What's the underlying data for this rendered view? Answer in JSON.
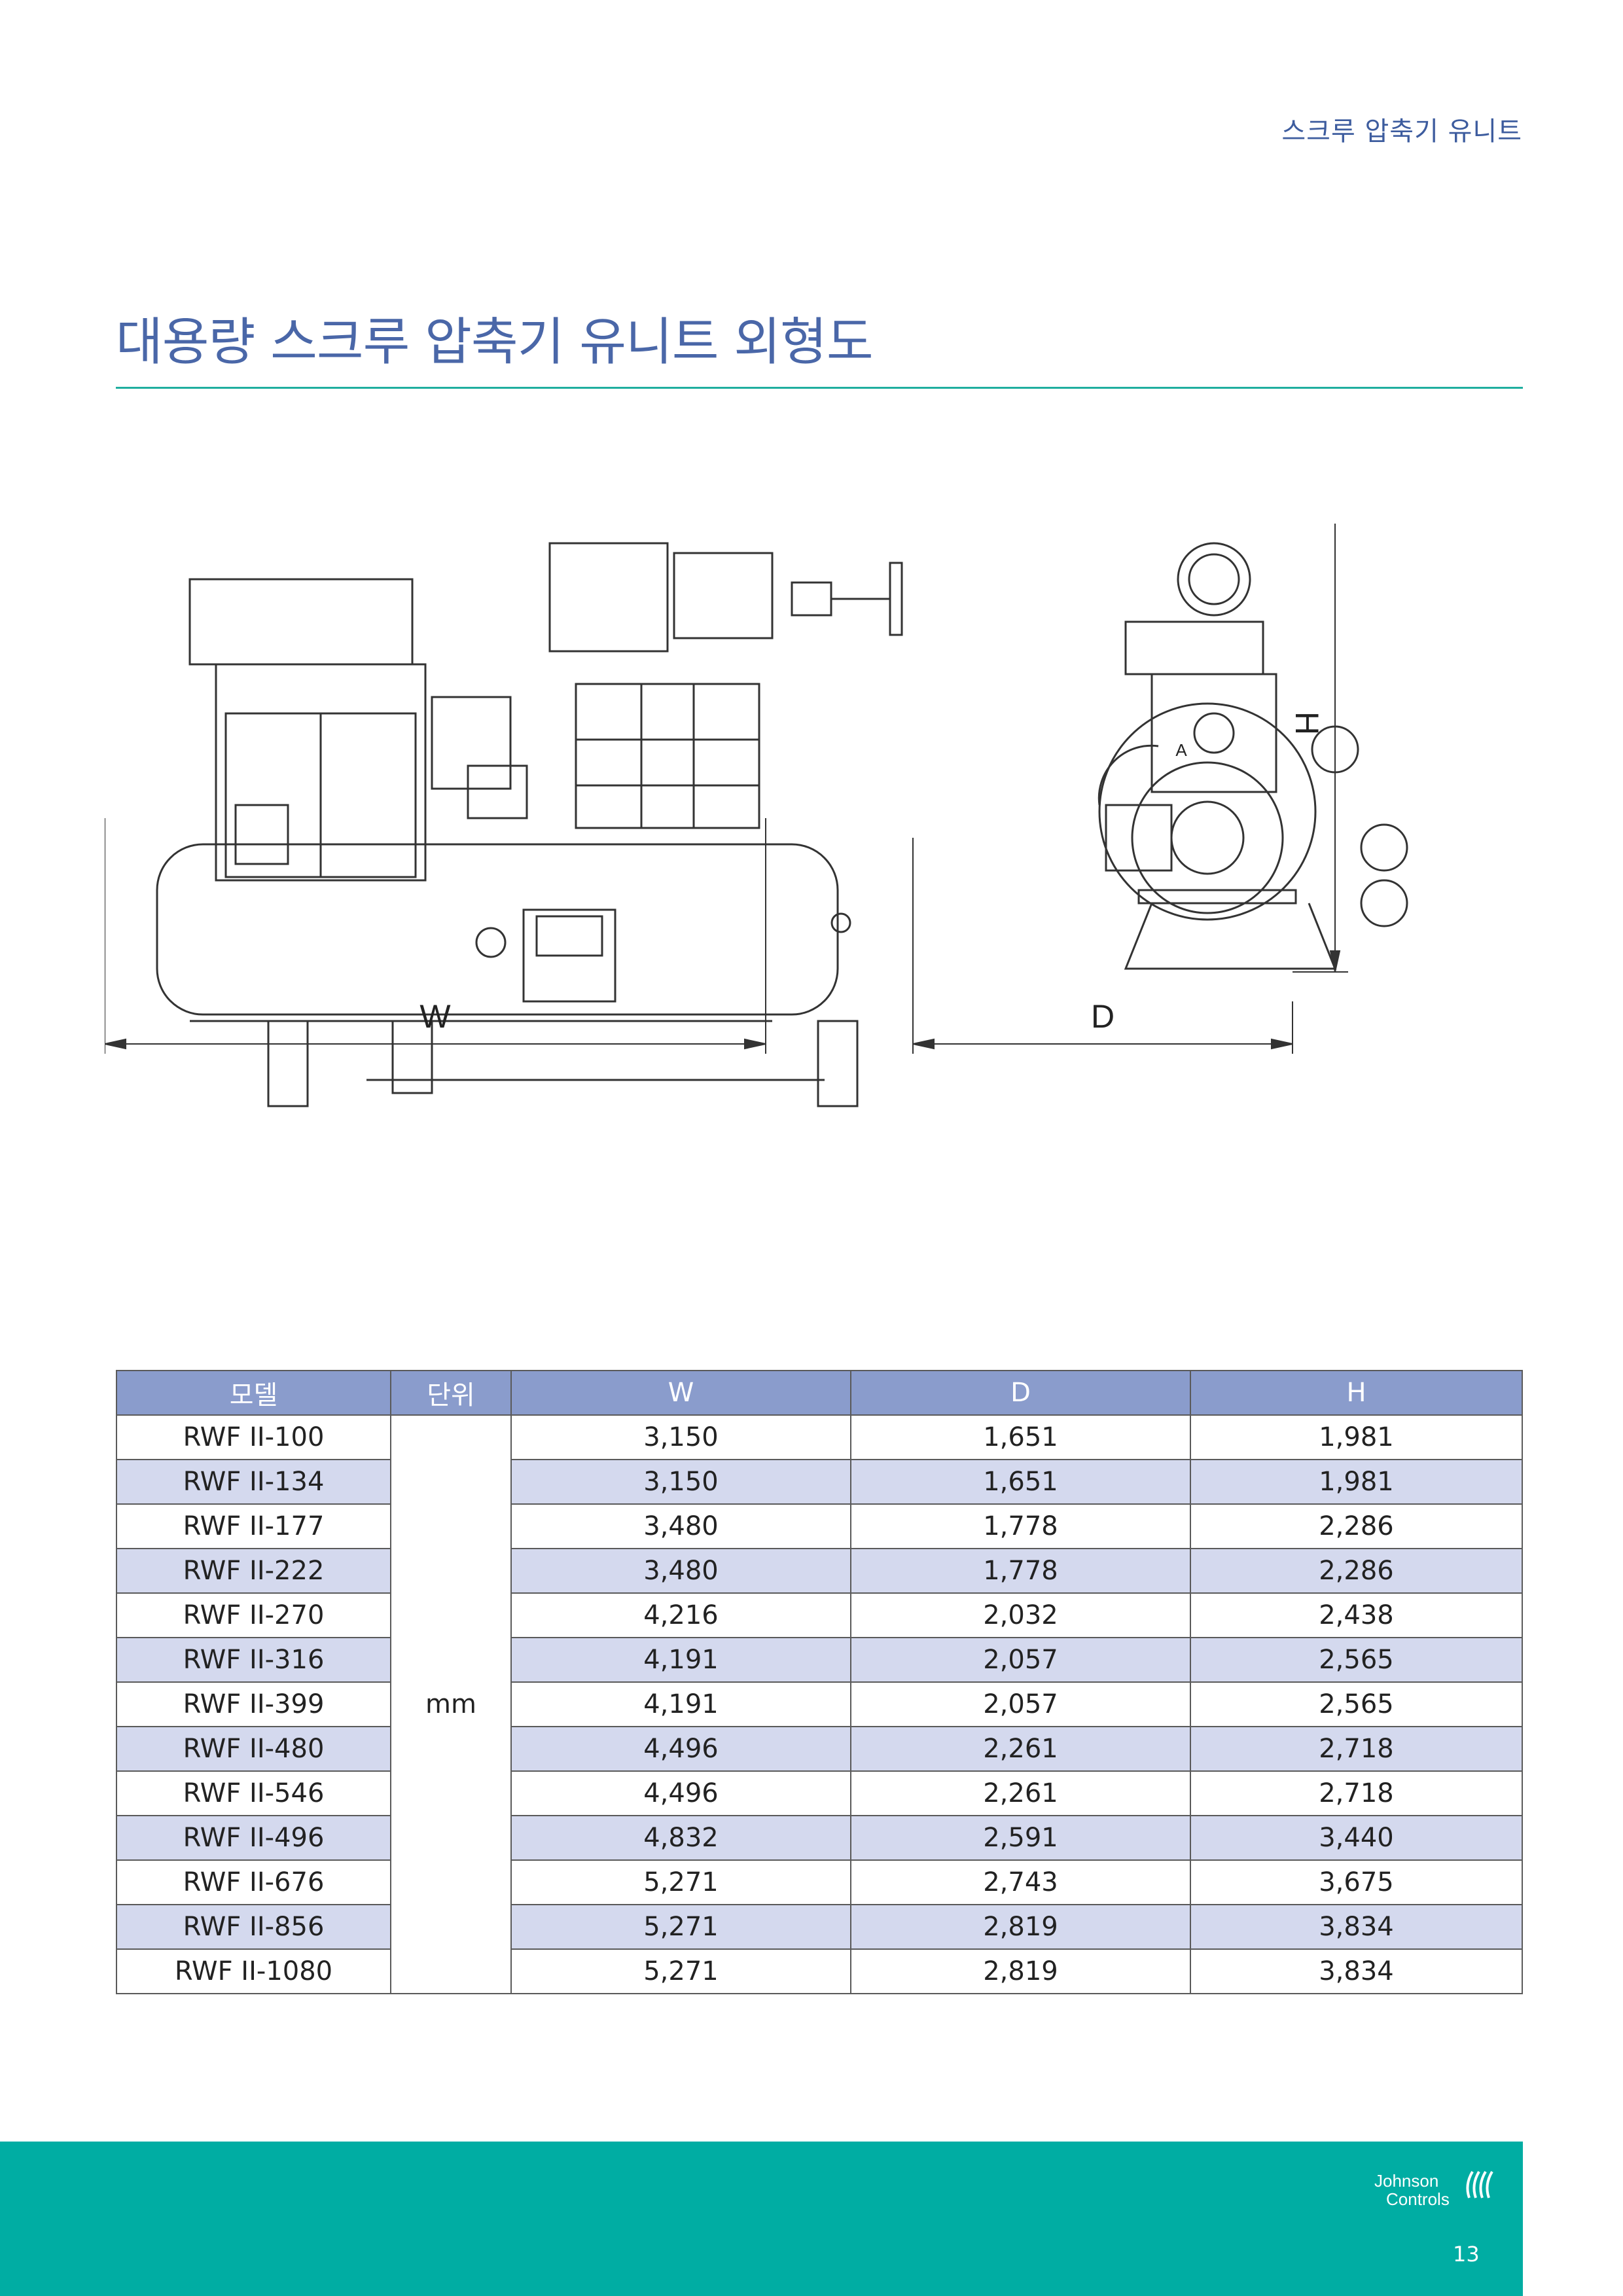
{
  "header": {
    "section_label": "스크루 압축기 유니트"
  },
  "page_title": "대용량 스크루 압축기 유니트 외형도",
  "drawing": {
    "width_label": "W",
    "depth_label": "D",
    "height_label": "H",
    "view_marker": "A"
  },
  "table": {
    "columns": [
      "모델",
      "단위",
      "W",
      "D",
      "H"
    ],
    "unit": "mm",
    "rows": [
      {
        "model": "RWF II-100",
        "w": "3,150",
        "d": "1,651",
        "h": "1,981"
      },
      {
        "model": "RWF II-134",
        "w": "3,150",
        "d": "1,651",
        "h": "1,981"
      },
      {
        "model": "RWF II-177",
        "w": "3,480",
        "d": "1,778",
        "h": "2,286"
      },
      {
        "model": "RWF II-222",
        "w": "3,480",
        "d": "1,778",
        "h": "2,286"
      },
      {
        "model": "RWF II-270",
        "w": "4,216",
        "d": "2,032",
        "h": "2,438"
      },
      {
        "model": "RWF II-316",
        "w": "4,191",
        "d": "2,057",
        "h": "2,565"
      },
      {
        "model": "RWF II-399",
        "w": "4,191",
        "d": "2,057",
        "h": "2,565"
      },
      {
        "model": "RWF II-480",
        "w": "4,496",
        "d": "2,261",
        "h": "2,718"
      },
      {
        "model": "RWF II-546",
        "w": "4,496",
        "d": "2,261",
        "h": "2,718"
      },
      {
        "model": "RWF II-496",
        "w": "4,832",
        "d": "2,591",
        "h": "3,440"
      },
      {
        "model": "RWF II-676",
        "w": "5,271",
        "d": "2,743",
        "h": "3,675"
      },
      {
        "model": "RWF II-856",
        "w": "5,271",
        "d": "2,819",
        "h": "3,834"
      },
      {
        "model": "RWF II-1080",
        "w": "5,271",
        "d": "2,819",
        "h": "3,834"
      }
    ]
  },
  "footer": {
    "brand_line1": "Johnson",
    "brand_line2": "Controls",
    "page_number": "13"
  }
}
